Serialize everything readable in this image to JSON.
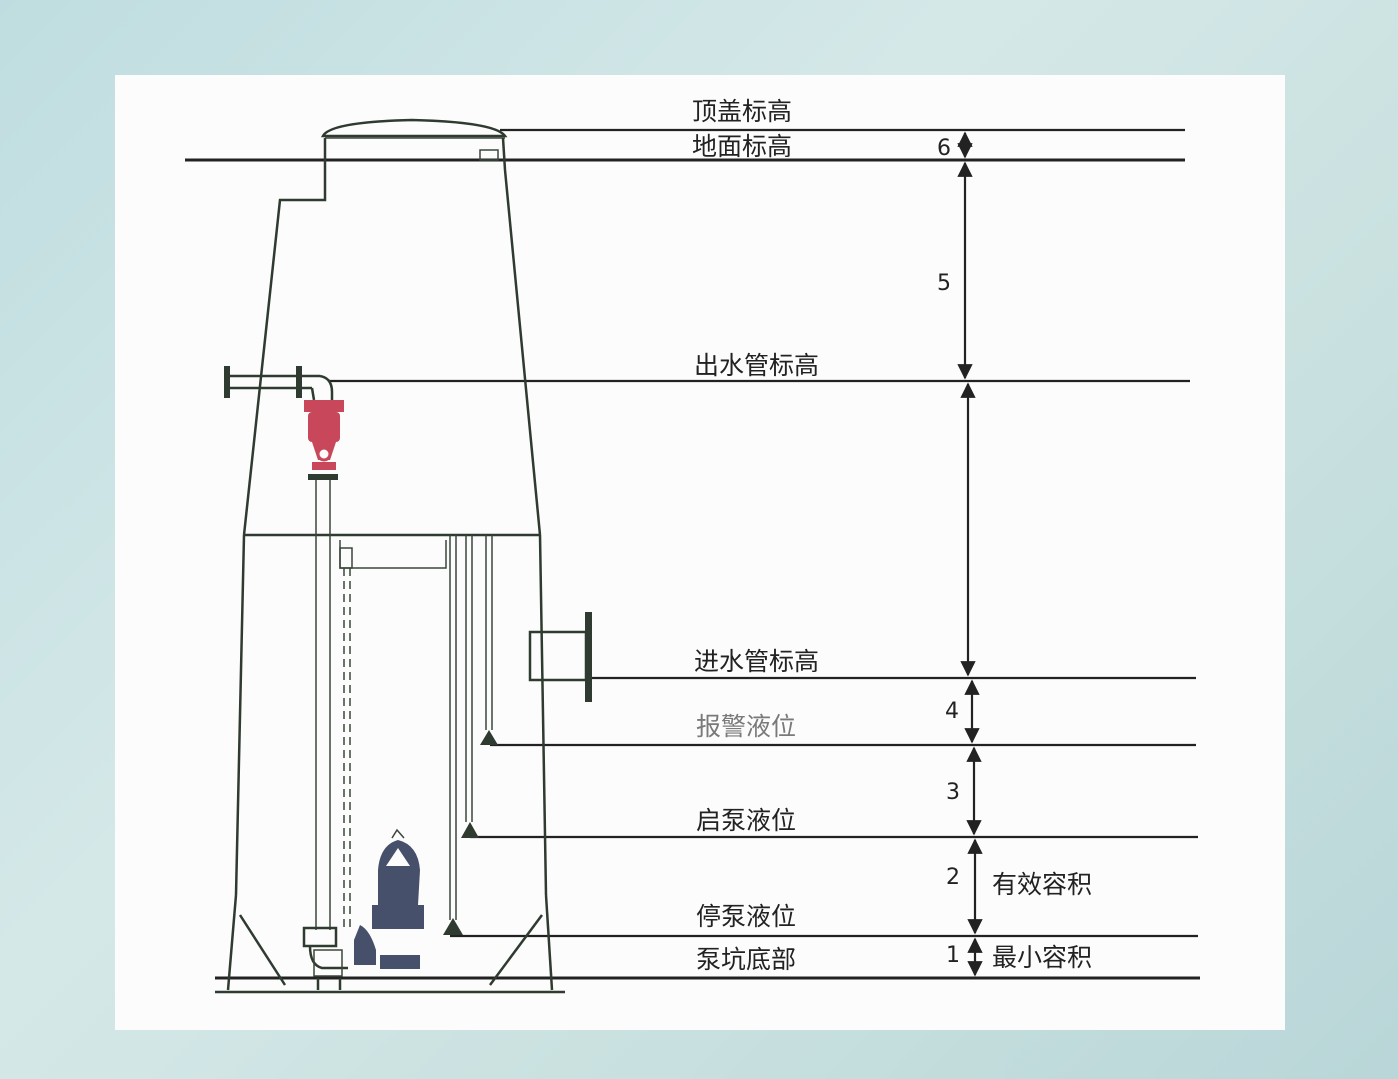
{
  "levels": {
    "top_cover": "顶盖标高",
    "ground": "地面标高",
    "outlet_pipe": "出水管标高",
    "inlet_pipe": "进水管标高",
    "alarm": "报警液位",
    "pump_start": "启泵液位",
    "pump_stop": "停泵液位",
    "pit_bottom": "泵坑底部"
  },
  "dimensions": {
    "d1": "1",
    "d2": "2",
    "d3": "3",
    "d4": "4",
    "d5": "5",
    "d6": "6"
  },
  "volumes": {
    "effective": "有效容积",
    "minimum": "最小容积"
  },
  "colors": {
    "line": "#222222",
    "tank": "#2f3a30",
    "check_valve": "#c8475a",
    "pump_body": "#46506a",
    "alarm_label": "#7a7a7a"
  }
}
